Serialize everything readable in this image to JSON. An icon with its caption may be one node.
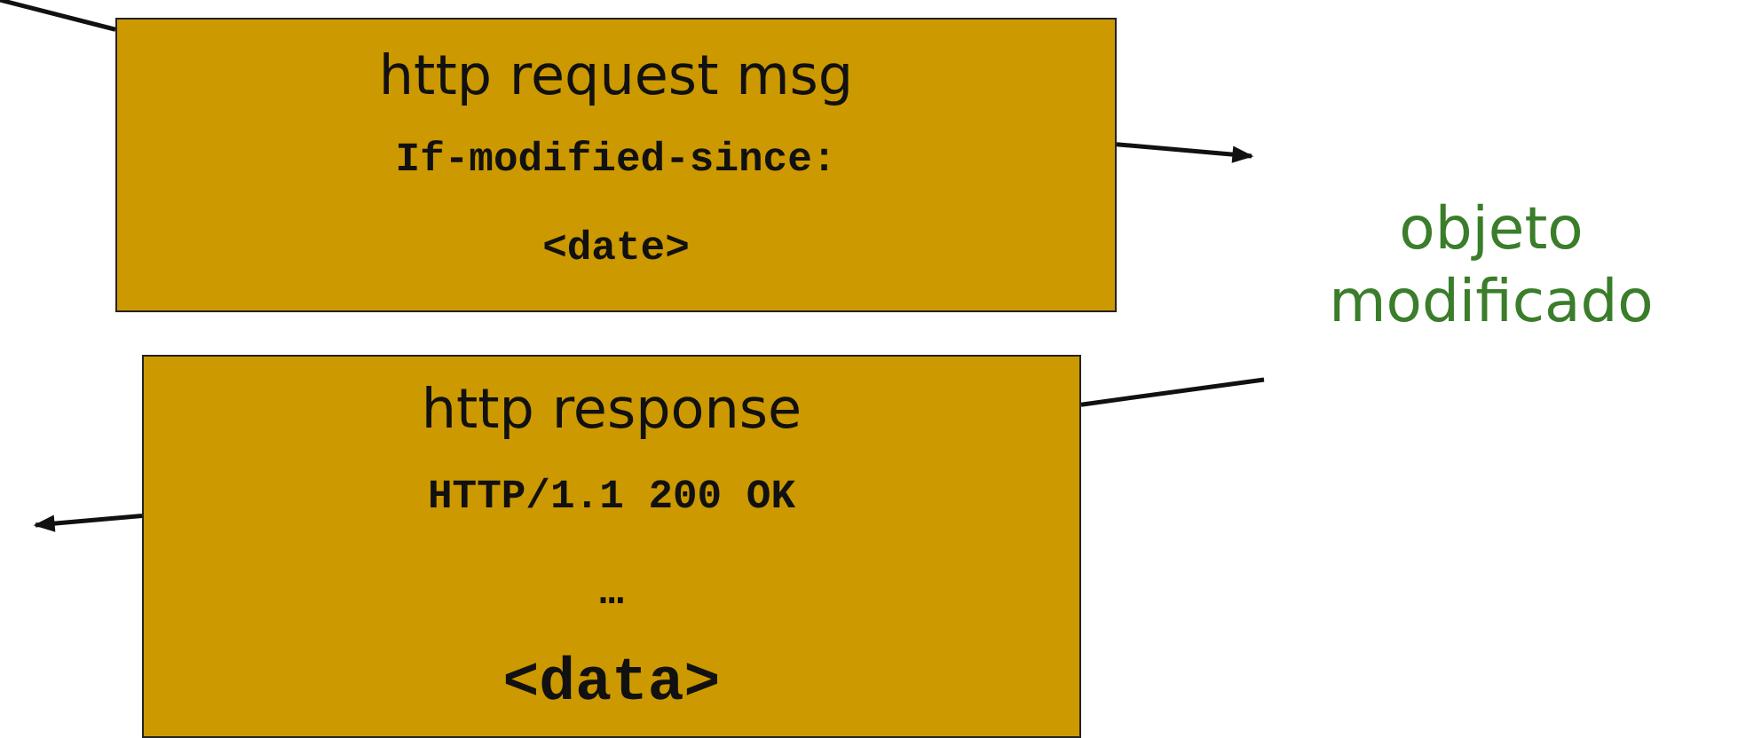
{
  "diagram": {
    "nodes": [
      {
        "text": [
          "http request msg",
          "If-modified-since: <date>"
        ]
      },
      {
        "text": [
          "http response",
          "HTTP/1.1 200 OK",
          "…",
          "<data>"
        ]
      }
    ],
    "edges": [
      {
        "from": null,
        "to": 0,
        "arrow": "none"
      },
      {
        "from": 0,
        "to": null,
        "arrow": "to"
      },
      {
        "from": null,
        "to": 1,
        "arrow": "none"
      },
      {
        "from": 1,
        "to": null,
        "arrow": "to"
      }
    ],
    "labels": [
      "objeto modificado"
    ]
  }
}
